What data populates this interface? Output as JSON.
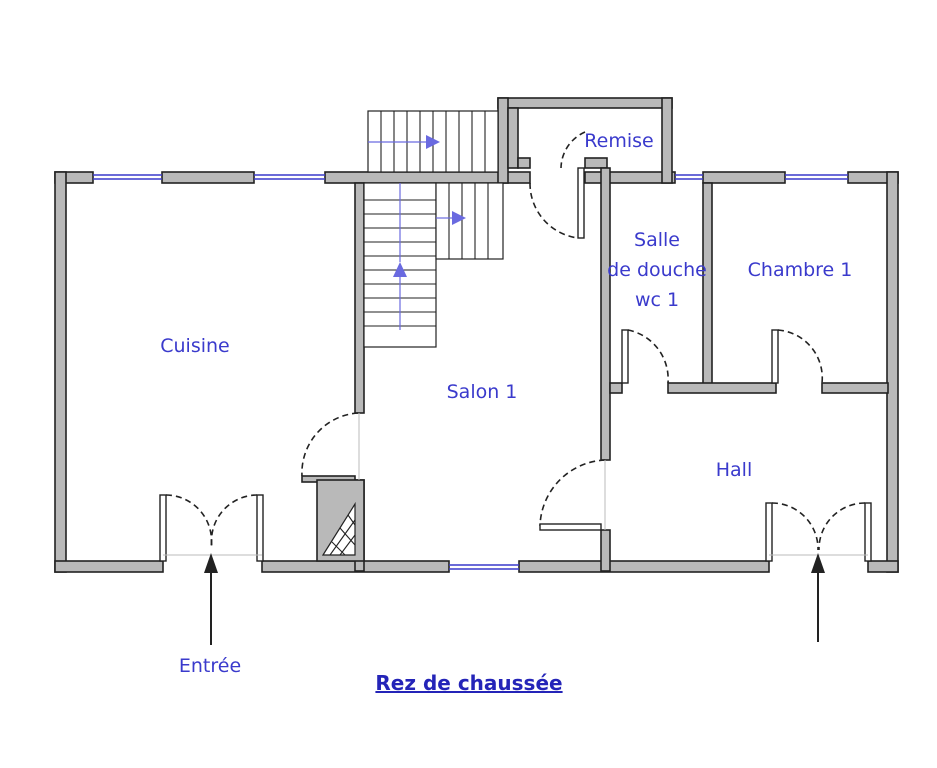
{
  "title": "Rez de chaussée",
  "rooms": {
    "cuisine": "Cuisine",
    "salon": "Salon 1",
    "remise": "Remise",
    "salle_line1": "Salle",
    "salle_line2": "de douche",
    "salle_line3": "wc 1",
    "chambre": "Chambre 1",
    "hall": "Hall"
  },
  "entrance_label": "Entrée",
  "colors": {
    "label": "#3a3acc",
    "wall_fill": "#b9b9b9",
    "window": "#3a3acc"
  }
}
